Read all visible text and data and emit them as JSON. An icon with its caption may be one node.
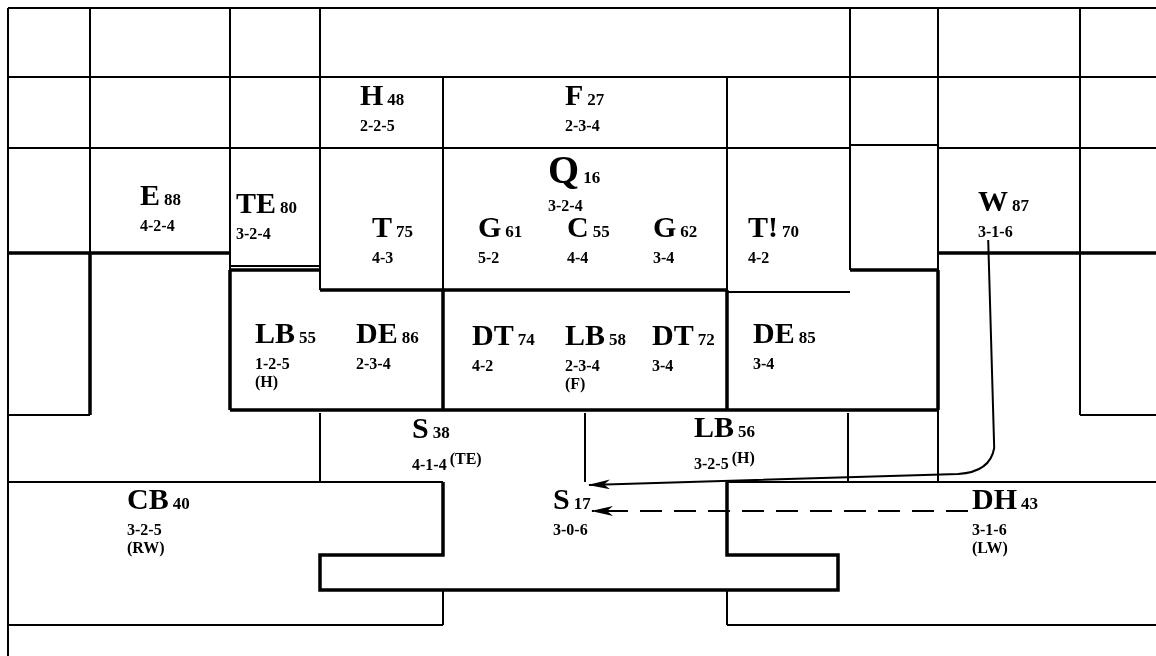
{
  "diagram": {
    "nodes": [
      {
        "text": [
          "H",
          "48",
          "2-2-5"
        ]
      },
      {
        "text": [
          "F",
          "27",
          "2-3-4"
        ]
      },
      {
        "text": [
          "E",
          "88",
          "4-2-4"
        ]
      },
      {
        "text": [
          "TE",
          "80",
          "3-2-4"
        ]
      },
      {
        "text": [
          "Q",
          "16",
          "3-2-4"
        ]
      },
      {
        "text": [
          "T",
          "75",
          "4-3"
        ]
      },
      {
        "text": [
          "G",
          "61",
          "5-2"
        ]
      },
      {
        "text": [
          "C",
          "55",
          "4-4"
        ]
      },
      {
        "text": [
          "G",
          "62",
          "3-4"
        ]
      },
      {
        "text": [
          "T!",
          "70",
          "4-2"
        ]
      },
      {
        "text": [
          "W",
          "87",
          "3-1-6"
        ]
      },
      {
        "text": [
          "LB",
          "55",
          "1-2-5",
          "(H)"
        ]
      },
      {
        "text": [
          "DE",
          "86",
          "2-3-4"
        ]
      },
      {
        "text": [
          "DT",
          "74",
          "4-2"
        ]
      },
      {
        "text": [
          "LB",
          "58",
          "2-3-4",
          "(F)"
        ]
      },
      {
        "text": [
          "DT",
          "72",
          "3-4"
        ]
      },
      {
        "text": [
          "DE",
          "85",
          "3-4"
        ]
      },
      {
        "text": [
          "S",
          "38",
          "4-1-4",
          "(TE)"
        ]
      },
      {
        "text": [
          "LB",
          "56",
          "3-2-5",
          "(H)"
        ]
      },
      {
        "text": [
          "CB",
          "40",
          "3-2-5",
          "(RW)"
        ]
      },
      {
        "text": [
          "S",
          "17",
          "3-0-6"
        ]
      },
      {
        "text": [
          "DH",
          "43",
          "3-1-6",
          "(LW)"
        ]
      }
    ],
    "edges": [
      {
        "from": 10,
        "to": 20,
        "arrow": "to"
      },
      {
        "from": 21,
        "to": 20,
        "arrow": "to",
        "style": "dashed"
      }
    ]
  }
}
